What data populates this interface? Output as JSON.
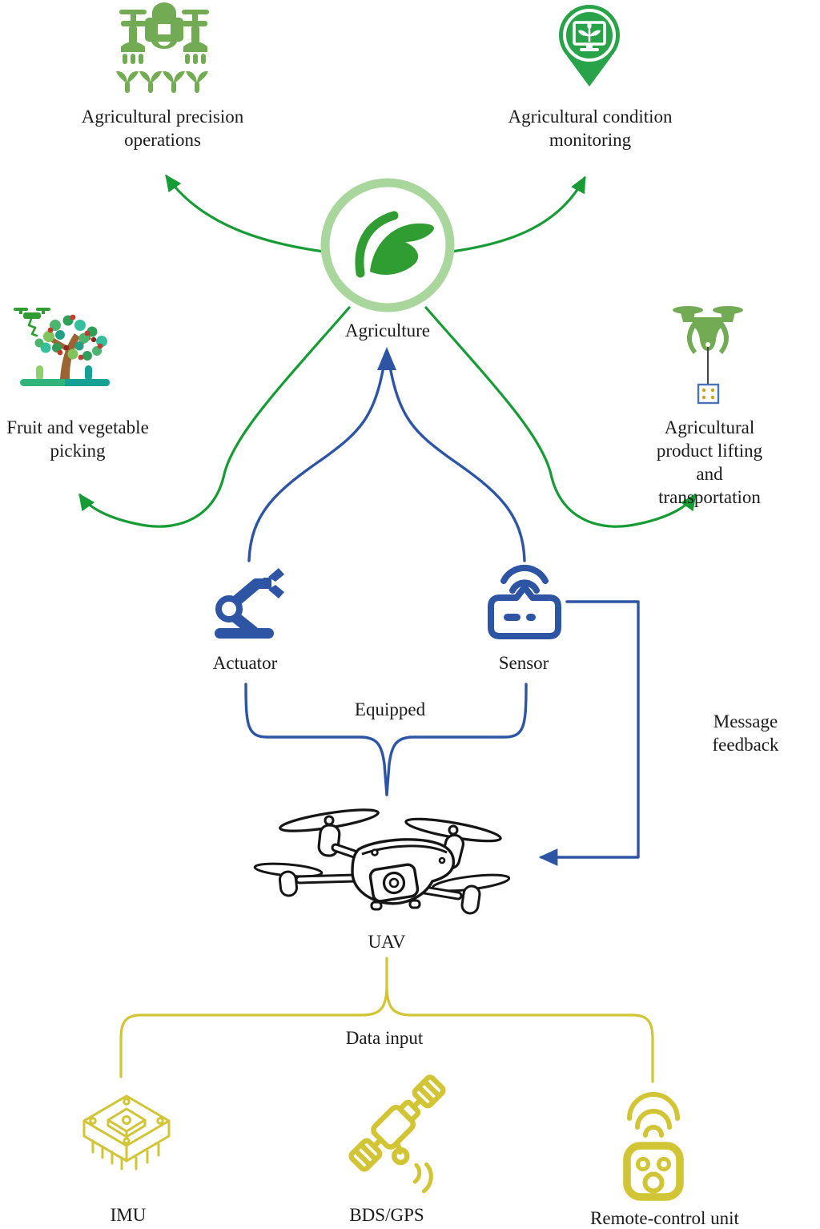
{
  "figure": {
    "description": "UAV application in agriculture diagram"
  },
  "colors": {
    "green": "#169b35",
    "ring": "#a8d69c",
    "leaf": "#2f9d31",
    "icongreen": "#73ab55",
    "pingreen": "#29a349",
    "blue": "#2e55a4",
    "yellow": "#d1c535",
    "ink": "#151515",
    "text": "#1b1b1b",
    "trunk": "#9c6433",
    "fruit": "#c23b2e",
    "fruit2": "#8e2420",
    "ground1": "#2fb57c",
    "ground2": "#17a095",
    "pillar1": "#8fd06c",
    "t1": "#4cb56d",
    "t2": "#2e9e58",
    "t3": "#36bf9c",
    "t4": "#7fc45c",
    "t5": "#23a083",
    "boxblue": "#4a72b8",
    "boxdot": "#c9a227",
    "rope": "#444444"
  },
  "nodes": {
    "precision": {
      "label": "Agricultural precision\noperations"
    },
    "monitoring": {
      "label": "Agricultural condition\nmonitoring"
    },
    "agriculture": {
      "label": "Agriculture"
    },
    "picking": {
      "label": "Fruit and vegetable\npicking"
    },
    "lifting": {
      "label": "Agricultural product lifting\nand transportation"
    },
    "actuator": {
      "label": "Actuator"
    },
    "sensor": {
      "label": "Sensor"
    },
    "uav": {
      "label": "UAV"
    },
    "imu": {
      "label": "IMU"
    },
    "bds": {
      "label": "BDS/GPS"
    },
    "remote": {
      "label": "Remote-control unit"
    }
  },
  "edges": {
    "equipped": "Equipped",
    "feedback": "Message feedback",
    "datainput": "Data input"
  },
  "icons": {
    "precision": "spray-drone-icon",
    "monitoring": "monitor-pin-icon",
    "agriculture": "leaf-circle-icon",
    "picking": "picking-tree-icon",
    "lifting": "lift-drone-icon",
    "actuator": "robot-arm-icon",
    "sensor": "wireless-sensor-icon",
    "uav": "quadcopter-drawing",
    "imu": "imu-chip-icon",
    "bds": "satellite-icon",
    "remote": "remote-control-icon"
  }
}
